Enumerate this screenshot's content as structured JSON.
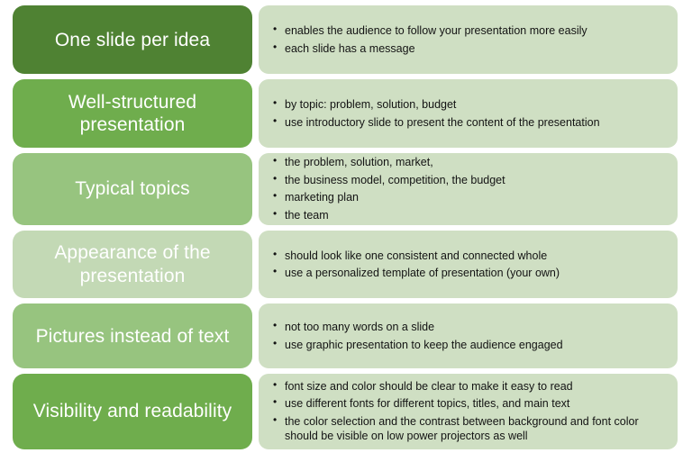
{
  "diagram": {
    "type": "presentation-tips-list",
    "colors": {
      "label_dark_green": "#4f8233",
      "label_green": "#6fad4d",
      "label_mid_green": "#97c47f",
      "label_light_green": "#c3d9b5",
      "body_panel": "#cfdfc3",
      "label_text": "#ffffff",
      "body_text": "#131313",
      "page_background": "#ffffff"
    },
    "rows": [
      {
        "label": "One slide per idea",
        "label_color": "#4f8233",
        "bullets": [
          "enables the audience to follow your presentation more easily",
          "each slide has a message"
        ]
      },
      {
        "label": "Well-structured presentation",
        "label_color": "#6fad4d",
        "bullets": [
          "by topic: problem, solution, budget",
          "use introductory slide to present the content of the presentation"
        ]
      },
      {
        "label": "Typical topics",
        "label_color": "#97c47f",
        "bullets": [
          "the problem, solution, market,",
          "the business model, competition, the budget",
          "marketing plan",
          "the team"
        ]
      },
      {
        "label": "Appearance of the presentation",
        "label_color": "#c3d9b5",
        "bullets": [
          "should look like one consistent and connected whole",
          "use a personalized template of presentation (your own)"
        ]
      },
      {
        "label": "Pictures instead of text",
        "label_color": "#97c47f",
        "bullets": [
          "not too many words on a slide",
          "use graphic presentation to keep the audience engaged"
        ]
      },
      {
        "label": "Visibility and readability",
        "label_color": "#6fad4d",
        "bullets": [
          "font size and color should be clear to make it easy to read",
          "use different fonts for different topics, titles, and main text",
          "the color selection and the contrast between background and font color should be visible on low power projectors as well"
        ]
      }
    ]
  }
}
